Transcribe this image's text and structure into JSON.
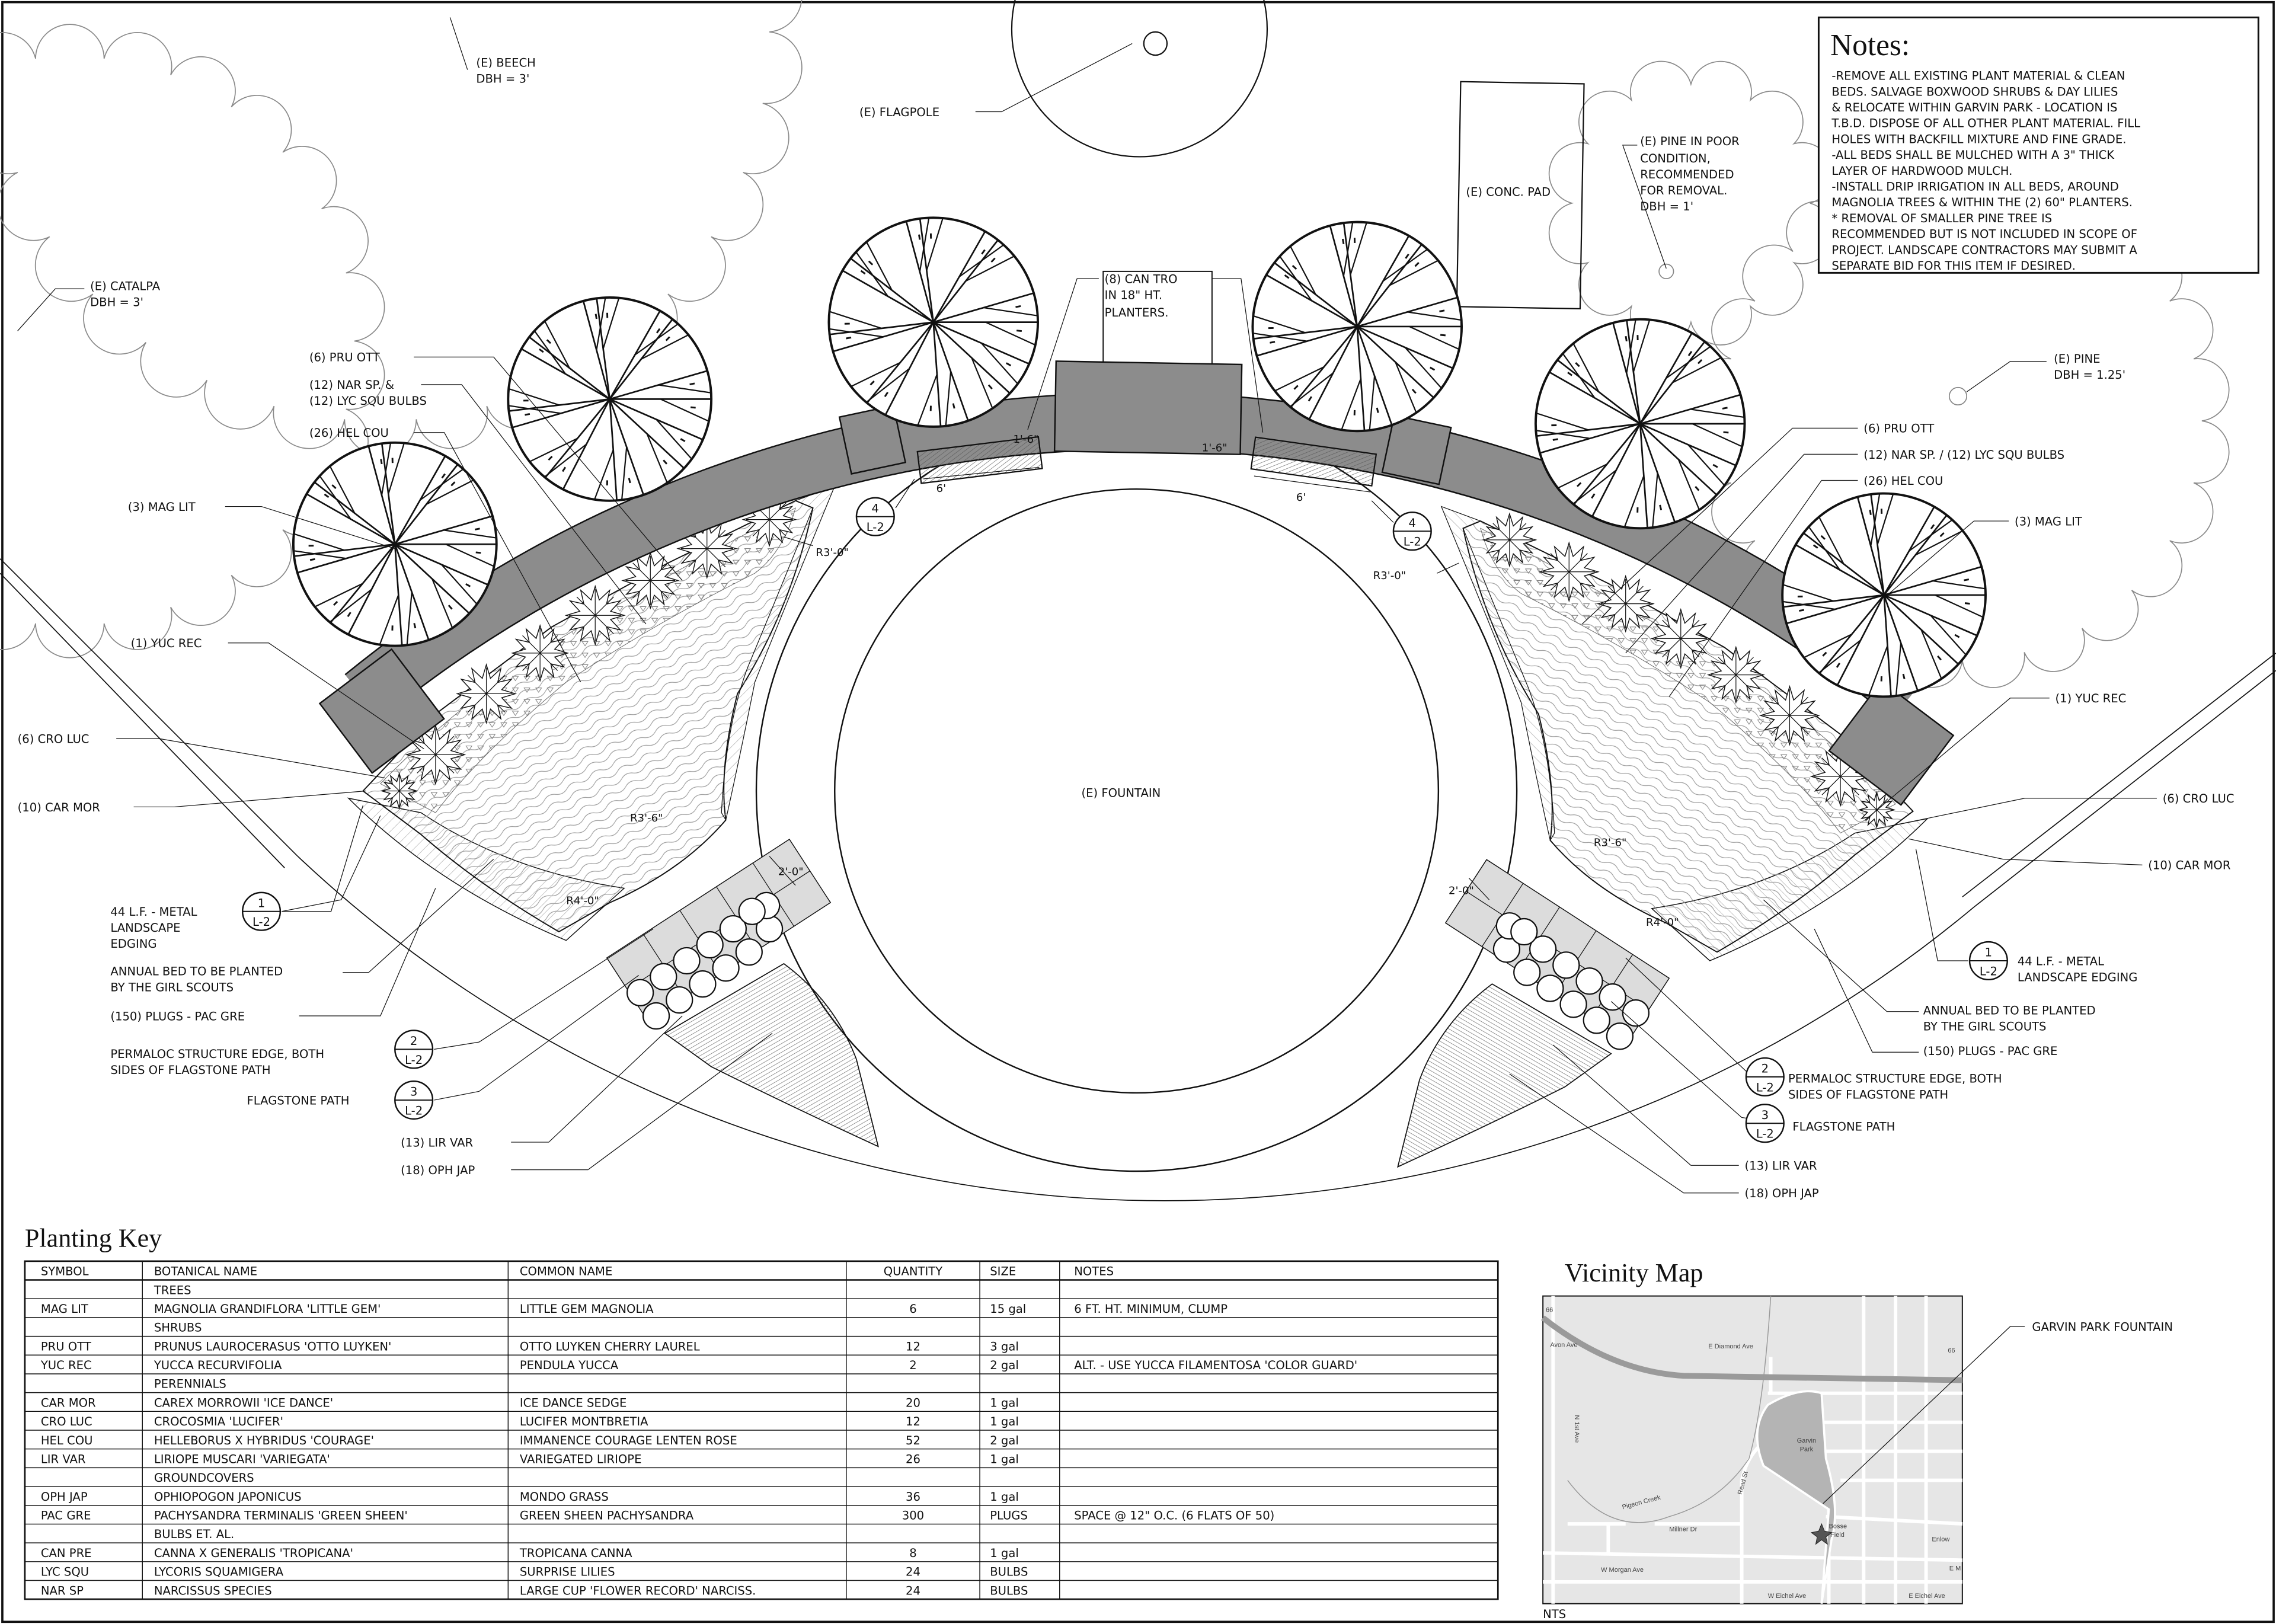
{
  "notes": {
    "title": "Notes:",
    "lines": [
      "-REMOVE ALL EXISTING PLANT MATERIAL & CLEAN",
      "BEDS.  SALVAGE BOXWOOD SHRUBS & DAY LILIES",
      "& RELOCATE WITHIN GARVIN PARK - LOCATION IS",
      "T.B.D.  DISPOSE OF ALL OTHER PLANT MATERIAL. FILL",
      "HOLES WITH BACKFILL MIXTURE AND FINE GRADE.",
      "-ALL BEDS SHALL BE MULCHED WITH A 3\" THICK",
      "LAYER OF HARDWOOD MULCH.",
      "-INSTALL DRIP IRRIGATION IN ALL BEDS, AROUND",
      "MAGNOLIA TREES & WITHIN THE (2) 60\" PLANTERS.",
      "* REMOVAL OF SMALLER PINE TREE IS",
      "RECOMMENDED BUT IS NOT INCLUDED IN SCOPE OF",
      "PROJECT.  LANDSCAPE CONTRACTORS MAY SUBMIT A",
      "SEPARATE BID FOR THIS ITEM IF DESIRED."
    ]
  },
  "plan": {
    "beech": [
      "(E) BEECH",
      "DBH = 3'"
    ],
    "catalpa": [
      "(E) CATALPA",
      "DBH = 3'"
    ],
    "flagpole": "(E) FLAGPOLE",
    "can_tro": [
      "(8) CAN TRO",
      "IN 18\" HT.",
      "PLANTERS."
    ],
    "conc_pad": "(E) CONC. PAD",
    "pine_poor": [
      "(E) PINE IN POOR",
      "CONDITION,",
      "RECOMMENDED",
      "FOR REMOVAL.",
      "DBH = 1'"
    ],
    "pine": [
      "(E) PINE",
      "DBH = 1.25'"
    ],
    "fountain": "(E) FOUNTAIN",
    "left": {
      "pru_ott": "(6) PRU OTT",
      "nar_sp": [
        "(12) NAR SP. &",
        "(12) LYC SQU BULBS"
      ],
      "hel_cou": "(26) HEL COU",
      "mag_lit": "(3) MAG LIT",
      "yuc_rec": "(1) YUC REC",
      "cro_luc": "(6) CRO LUC",
      "car_mor": "(10) CAR MOR",
      "edging": [
        "44 L.F. - METAL",
        "LANDSCAPE",
        "EDGING"
      ],
      "annual": [
        "ANNUAL BED TO BE PLANTED",
        "BY THE GIRL SCOUTS"
      ],
      "plugs": "(150) PLUGS - PAC GRE",
      "permaloc": [
        "PERMALOC STRUCTURE EDGE, BOTH",
        "SIDES OF FLAGSTONE PATH"
      ],
      "flagstone": "FLAGSTONE PATH",
      "lir_var": "(13) LIR VAR",
      "oph_jap": "(18) OPH JAP"
    },
    "right": {
      "pru_ott": "(6) PRU OTT",
      "nar_sp": "(12) NAR SP. / (12) LYC SQU BULBS",
      "hel_cou": "(26) HEL COU",
      "mag_lit": "(3) MAG LIT",
      "yuc_rec": "(1) YUC REC",
      "cro_luc": "(6) CRO LUC",
      "car_mor": "(10) CAR MOR",
      "edging": [
        "44 L.F. - METAL",
        "LANDSCAPE EDGING"
      ],
      "annual": [
        "ANNUAL BED TO BE PLANTED",
        "BY THE GIRL SCOUTS"
      ],
      "plugs": "(150) PLUGS - PAC GRE",
      "permaloc": [
        "PERMALOC STRUCTURE EDGE, BOTH",
        "SIDES OF FLAGSTONE PATH"
      ],
      "flagstone": "FLAGSTONE PATH",
      "lir_var": "(13) LIR VAR",
      "oph_jap": "(18) OPH JAP"
    },
    "dims": {
      "d1_6": "1'-6\"",
      "d6": "6'",
      "r3_0": "R3'-0\"",
      "r3_6": "R3'-6\"",
      "r4_0": "R4'-0\"",
      "d2_0": "2'-0\""
    },
    "callouts": {
      "detail4": {
        "num": "4",
        "sheet": "L-2"
      },
      "detail1": {
        "num": "1",
        "sheet": "L-2"
      },
      "detail2": {
        "num": "2",
        "sheet": "L-2"
      },
      "detail3": {
        "num": "3",
        "sheet": "L-2"
      }
    }
  },
  "planting_key": {
    "title": "Planting Key",
    "headers": [
      "SYMBOL",
      "BOTANICAL NAME",
      "COMMON NAME",
      "QUANTITY",
      "SIZE",
      "NOTES"
    ],
    "rows": [
      [
        "",
        "TREES",
        "",
        "",
        "",
        ""
      ],
      [
        "MAG LIT",
        "MAGNOLIA GRANDIFLORA 'LITTLE GEM'",
        "LITTLE GEM MAGNOLIA",
        "6",
        "15 gal",
        "6 FT. HT. MINIMUM, CLUMP"
      ],
      [
        "",
        "SHRUBS",
        "",
        "",
        "",
        ""
      ],
      [
        "PRU OTT",
        "PRUNUS LAUROCERASUS 'OTTO LUYKEN'",
        "OTTO LUYKEN CHERRY LAUREL",
        "12",
        "3 gal",
        ""
      ],
      [
        "YUC REC",
        "YUCCA RECURVIFOLIA",
        "PENDULA YUCCA",
        "2",
        "2 gal",
        "ALT. - USE YUCCA FILAMENTOSA 'COLOR GUARD'"
      ],
      [
        "",
        "PERENNIALS",
        "",
        "",
        "",
        ""
      ],
      [
        "CAR MOR",
        "CAREX MORROWII 'ICE DANCE'",
        "ICE DANCE SEDGE",
        "20",
        "1 gal",
        ""
      ],
      [
        "CRO LUC",
        "CROCOSMIA 'LUCIFER'",
        "LUCIFER MONTBRETIA",
        "12",
        "1 gal",
        ""
      ],
      [
        "HEL COU",
        "HELLEBORUS X HYBRIDUS 'COURAGE'",
        "IMMANENCE COURAGE LENTEN ROSE",
        "52",
        "2 gal",
        ""
      ],
      [
        "LIR VAR",
        "LIRIOPE MUSCARI 'VARIEGATA'",
        "VARIEGATED LIRIOPE",
        "26",
        "1 gal",
        ""
      ],
      [
        "",
        "GROUNDCOVERS",
        "",
        "",
        "",
        ""
      ],
      [
        "OPH JAP",
        "OPHIOPOGON JAPONICUS",
        "MONDO GRASS",
        "36",
        "1 gal",
        ""
      ],
      [
        "PAC GRE",
        "PACHYSANDRA TERMINALIS 'GREEN SHEEN'",
        "GREEN SHEEN PACHYSANDRA",
        "300",
        "PLUGS",
        "SPACE @ 12\" O.C. (6 FLATS OF 50)"
      ],
      [
        "",
        "BULBS ET. AL.",
        "",
        "",
        "",
        ""
      ],
      [
        "CAN PRE",
        "CANNA X GENERALIS 'TROPICANA'",
        "TROPICANA CANNA",
        "8",
        "1 gal",
        ""
      ],
      [
        "LYC SQU",
        "LYCORIS SQUAMIGERA",
        "SURPRISE LILIES",
        "24",
        "BULBS",
        ""
      ],
      [
        "NAR SP",
        "NARCISSUS SPECIES",
        "LARGE CUP 'FLOWER RECORD' NARCISS.",
        "24",
        "BULBS",
        ""
      ]
    ]
  },
  "vicinity_map": {
    "title": "Vicinity Map",
    "callout": "GARVIN PARK FOUNTAIN",
    "scale": "NTS",
    "streets": {
      "diamond": "E Diamond Ave",
      "avon": "Avon Ave",
      "first": "N 1st Ave",
      "read": "Read St",
      "creek": "Pigeon Creek",
      "millner": "Millner Dr",
      "morgan": "W Morgan Ave",
      "weichel": "W Eichel Ave",
      "eeichel": "E Eichel Ave",
      "enlow": "Enlow",
      "em": "E M",
      "park": [
        "Garvin",
        "Park"
      ],
      "field": [
        "Bosse",
        "Field"
      ],
      "route": "66"
    }
  },
  "colors": {
    "wall": "#8c8c8c",
    "line": "#111111",
    "existing_tree": "#8a8a8a",
    "map_bg": "#e6e6e6",
    "park": "#b4b4b4"
  }
}
